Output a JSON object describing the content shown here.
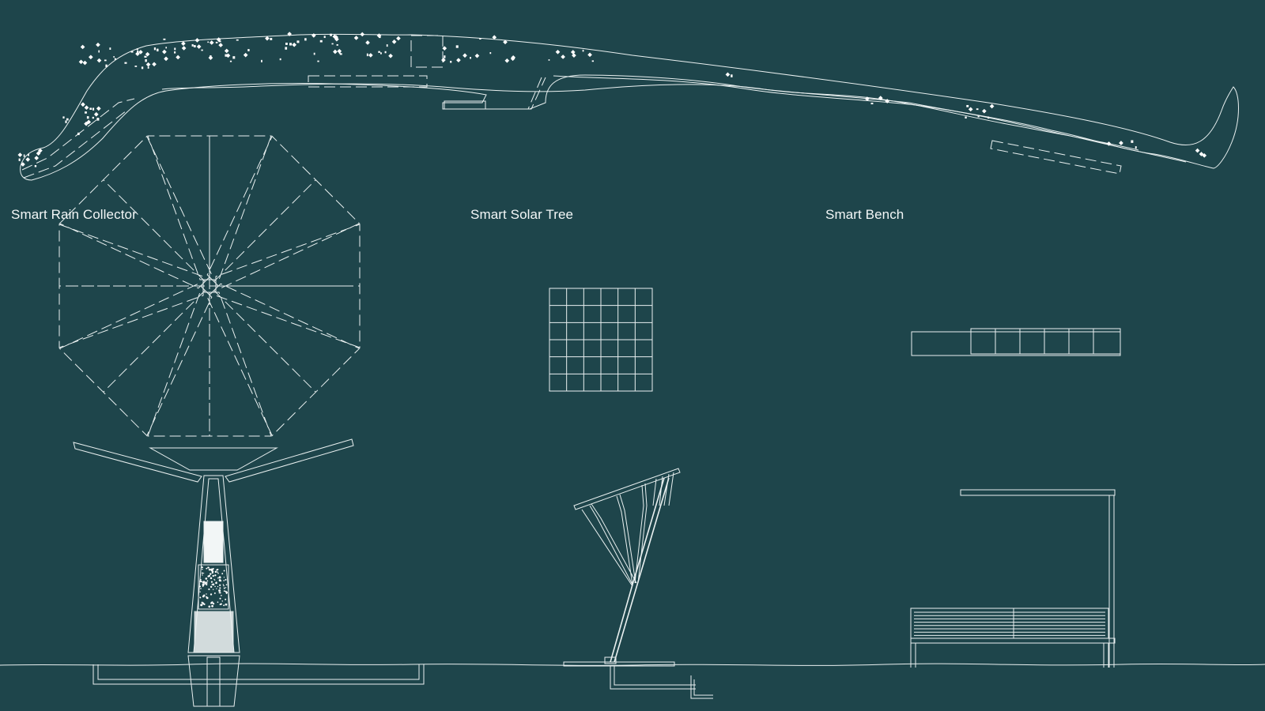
{
  "labels": {
    "rain_collector": "Smart Rain Collector",
    "solar_tree": "Smart Solar Tree",
    "bench": "Smart Bench"
  },
  "colors": {
    "background": "#1e454b",
    "line": "#e9f0f0"
  }
}
